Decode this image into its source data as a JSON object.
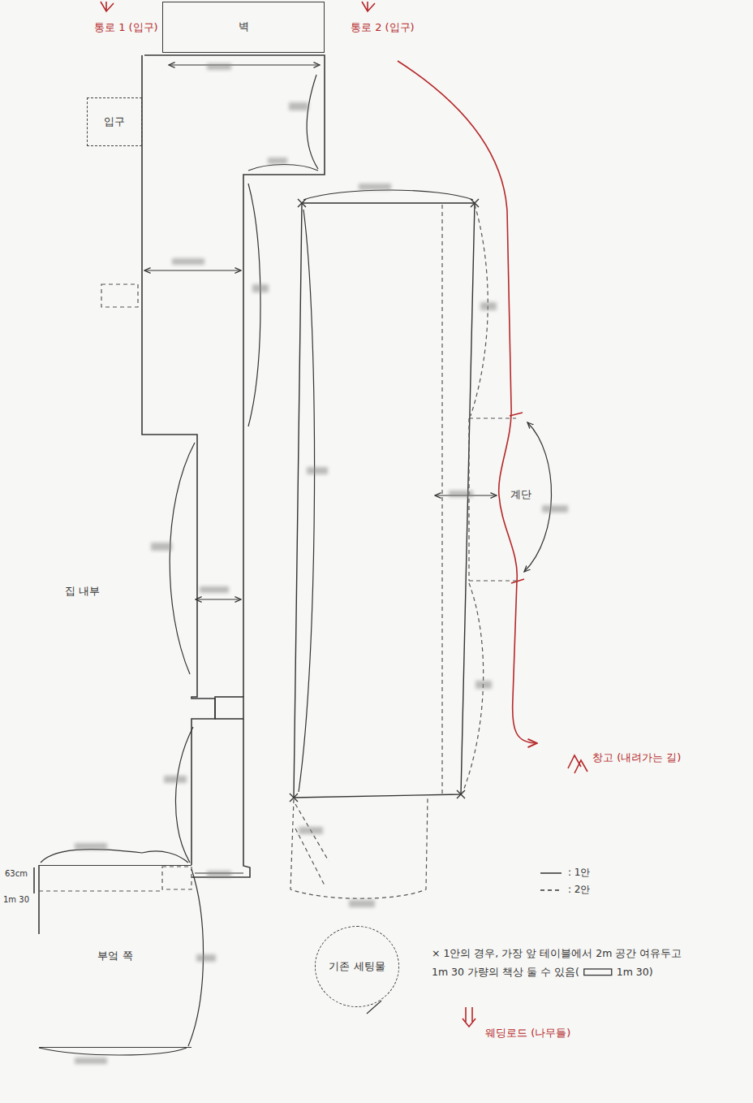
{
  "diagram": {
    "nodes": [
      {
        "text": [
          "벽"
        ]
      },
      {
        "text": [
          "입구"
        ]
      },
      {
        "text": [
          "부엌 쪽"
        ]
      },
      {
        "text": [
          "기존 세팅물"
        ]
      }
    ],
    "labels": [
      "통로 1 (입구)",
      "통로 2 (입구)",
      "집 내부",
      "63cm",
      "1m 30",
      "계단",
      "창고 (내려가는 길)",
      "× 1안의 경우, 가장 앞 테이블에서 2m 공간 여유두고",
      "1m 30 가량의 책상 둘 수 있음(",
      "1m 30)",
      "웨딩로드 (나무들)"
    ],
    "legend": [
      {
        "text": ": 1안"
      },
      {
        "text": ": 2안"
      }
    ]
  }
}
